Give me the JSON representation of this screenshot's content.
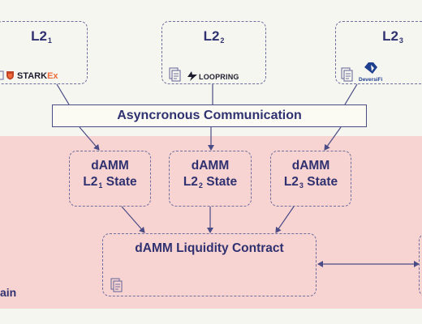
{
  "l2_boxes": [
    {
      "label": "L2",
      "sub": "1",
      "logo_text": "STARK",
      "logo_accent": "Ex",
      "logo_icon": "starkex-shield-icon"
    },
    {
      "label": "L2",
      "sub": "2",
      "logo_text": "LOOPRING",
      "logo_icon": "loopring-icon"
    },
    {
      "label": "L2",
      "sub": "3",
      "logo_text": "DeversiFi",
      "logo_icon": "deversifi-icon"
    }
  ],
  "communication": "Asyncronous Communication",
  "states": [
    {
      "line1": "dAMM",
      "line2": "L2",
      "sub": "1",
      "suffix": "State"
    },
    {
      "line1": "dAMM",
      "line2": "L2",
      "sub": "2",
      "suffix": "State"
    },
    {
      "line1": "dAMM",
      "line2": "L2",
      "sub": "3",
      "suffix": "State"
    }
  ],
  "liquidity_contract": "dAMM Liquidity Contract",
  "chain_label_partial": "ain",
  "colors": {
    "background": "#f6f6f0",
    "pink_band": "#f7d3d1",
    "text": "#2f3170",
    "starkex_orange": "#f26b3a",
    "deversifi_blue": "#1f3f8f"
  }
}
